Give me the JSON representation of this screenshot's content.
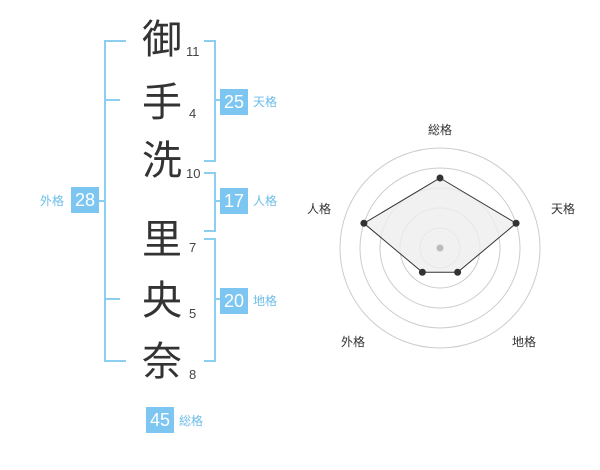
{
  "name": {
    "chars": [
      {
        "char": "御",
        "strokes": "11"
      },
      {
        "char": "手",
        "strokes": "4"
      },
      {
        "char": "洗",
        "strokes": "10"
      },
      {
        "char": "里",
        "strokes": "7"
      },
      {
        "char": "央",
        "strokes": "5"
      },
      {
        "char": "奈",
        "strokes": "8"
      }
    ]
  },
  "kaku": {
    "gaikaku": {
      "label": "外格",
      "value": "28"
    },
    "tenkaku": {
      "label": "天格",
      "value": "25"
    },
    "jinkaku": {
      "label": "人格",
      "value": "17"
    },
    "chikaku": {
      "label": "地格",
      "value": "20"
    },
    "soukaku": {
      "label": "総格",
      "value": "45"
    }
  },
  "colors": {
    "accent": "#7dc6f2",
    "bracket": "#8ccdf2",
    "grid": "#cccccc",
    "fill": "#eeeeee",
    "line": "#333333"
  },
  "chart_data": {
    "type": "radar",
    "axes": [
      "総格",
      "天格",
      "地格",
      "外格",
      "人格"
    ],
    "values": [
      3.5,
      4,
      1.5,
      1.5,
      4
    ],
    "rings": 5
  }
}
